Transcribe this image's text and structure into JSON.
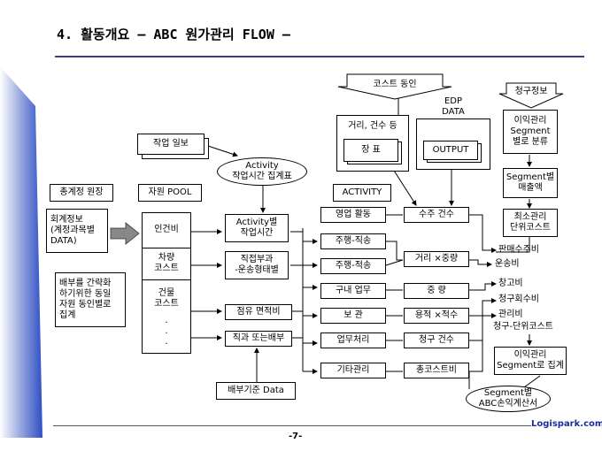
{
  "title": "4. 활동개요 – ABC 원가관리 FLOW –",
  "footer": "Logispark.com",
  "page_number": "-7-",
  "nodes": {
    "cost_driver": "코스트 동인",
    "edp_data": "EDP\nDATA",
    "billing_info": "청구정보",
    "distance_group_label": "거리, 건수 등",
    "ledger": "장  표",
    "output": "OUTPUT",
    "profit_mgmt_segment": "이익관리\nSegment\n별로 분류",
    "segment_sales": "Segment별\n매출액",
    "min_mgmt_unit_cost": "최소관리\n단위코스트",
    "work_daily": "작업 일보",
    "activity_time_sheet": "Activity\n작업시간 집계표",
    "general_ledger": "총계정 원장",
    "resource_pool": "자원 POOL",
    "activity": "ACTIVITY",
    "accounting_info": "회계정보\n(계정과목별\nDATA)",
    "allocation_note": "배부를 간략화\n하기위한 동일\n자원 동인별로\n집계",
    "personnel": "인건비",
    "activity_work_time": "Activity별\n작업시간",
    "vehicle_cost": "차량\n코스트",
    "direct_charge": "직접부과\n-운송형태별",
    "building_cost": "건물\n코스트",
    "dots": "·\n·\n·",
    "floor_area": "점유 면적비",
    "direct_or_alloc": "직과 또는배부",
    "alloc_base": "배부기준 Data",
    "sales_activity": "영업 활동",
    "order_count": "수주 건수",
    "drive_pickup": "주행-직송",
    "drive_direct": "주행-적송",
    "distance_weight": "거리 ×중량",
    "in_house_work": "구내 업무",
    "weight": "중  량",
    "storage": "보    관",
    "volume_qty": "용적 ×적수",
    "admin_work": "업무처리",
    "billing_count": "청구 건수",
    "other_mgmt": "기타관리",
    "total_cost_ratio": "총코스트비",
    "out_sales_promo": "판매수주비",
    "out_transport": "운송비",
    "out_warehouse": "창고비",
    "out_billing_freq": "청구회수비",
    "out_admin": "관리비",
    "out_billing_unit": "청구-단위코스트",
    "profit_segment_sum": "이익관리\nSegment로 집계",
    "segment_pl": "Segment별\nABC손익계산서"
  }
}
